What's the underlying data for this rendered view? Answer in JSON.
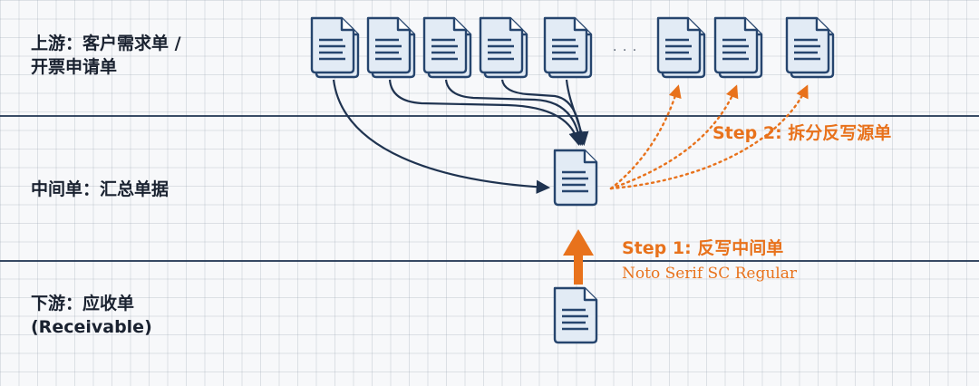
{
  "labels": {
    "upstream_line1": "上游：客户需求单 /",
    "upstream_line2": "开票申请单",
    "middle": "中间单：汇总单据",
    "downstream_line1": "下游：应收单",
    "downstream_line2": "(Receivable)"
  },
  "steps": {
    "step2": "Step 2: 拆分反写源单",
    "step1": "Step 1: 反写中间单",
    "caption": "Noto Serif SC Regular"
  },
  "ellipsis": "· · ·",
  "colors": {
    "accent": "#e8721c",
    "line": "#1f3350",
    "doc_fill": "#e2ebf5",
    "doc_stroke": "#26456e"
  },
  "icons": {
    "document": "document-icon",
    "arrow": "arrow-icon"
  }
}
